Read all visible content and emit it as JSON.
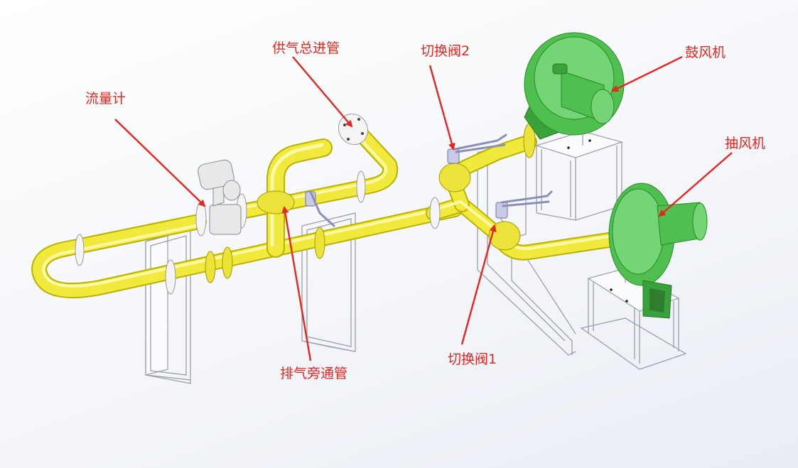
{
  "labels": {
    "flowmeter": "流量计",
    "main_inlet": "供气总进管",
    "valve2": "切换阀2",
    "blower": "鼓风机",
    "exhaust_fan": "抽风机",
    "bypass": "排气旁通管",
    "valve1": "切换阀1"
  },
  "colors": {
    "pipe": "#f1ea3c",
    "fan": "#4fbf4f",
    "callout": "#e8251f",
    "frame": "#9aa0a8"
  }
}
